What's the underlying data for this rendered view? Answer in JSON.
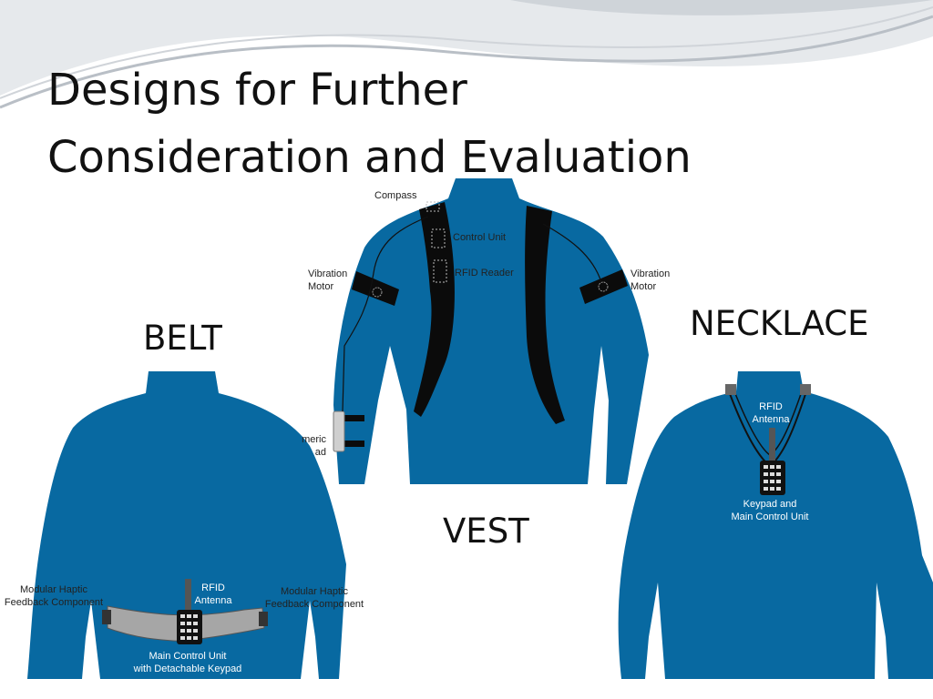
{
  "slide": {
    "title_line1": "Designs for Further",
    "title_line2": "Consideration and Evaluation"
  },
  "colors": {
    "shirt": "#0869a1",
    "strap": "#0b0b0b",
    "belt": "#a6a6a6",
    "swoosh": "#c7ccd1"
  },
  "designs": {
    "belt": {
      "caption": "BELT",
      "labels": {
        "haptic_left": [
          "Modular Haptic",
          "Feedback Component"
        ],
        "haptic_right": [
          "Modular Haptic",
          "Feedback Component"
        ],
        "rfid": [
          "RFID",
          "Antenna"
        ],
        "main": [
          "Main Control Unit",
          "with Detachable Keypad"
        ]
      }
    },
    "vest": {
      "caption": "VEST",
      "labels": {
        "compass": "Compass",
        "control_unit": "Control Unit",
        "rfid_reader": "RFID Reader",
        "vib_left": [
          "Vibration",
          "Motor"
        ],
        "vib_right": [
          "Vibration",
          "Motor"
        ],
        "keypad_partial": [
          "meric",
          "ad"
        ]
      }
    },
    "necklace": {
      "caption": "NECKLACE",
      "labels": {
        "rfid": [
          "RFID",
          "Antenna"
        ],
        "keypad": [
          "Keypad and",
          "Main Control Unit"
        ]
      }
    }
  }
}
